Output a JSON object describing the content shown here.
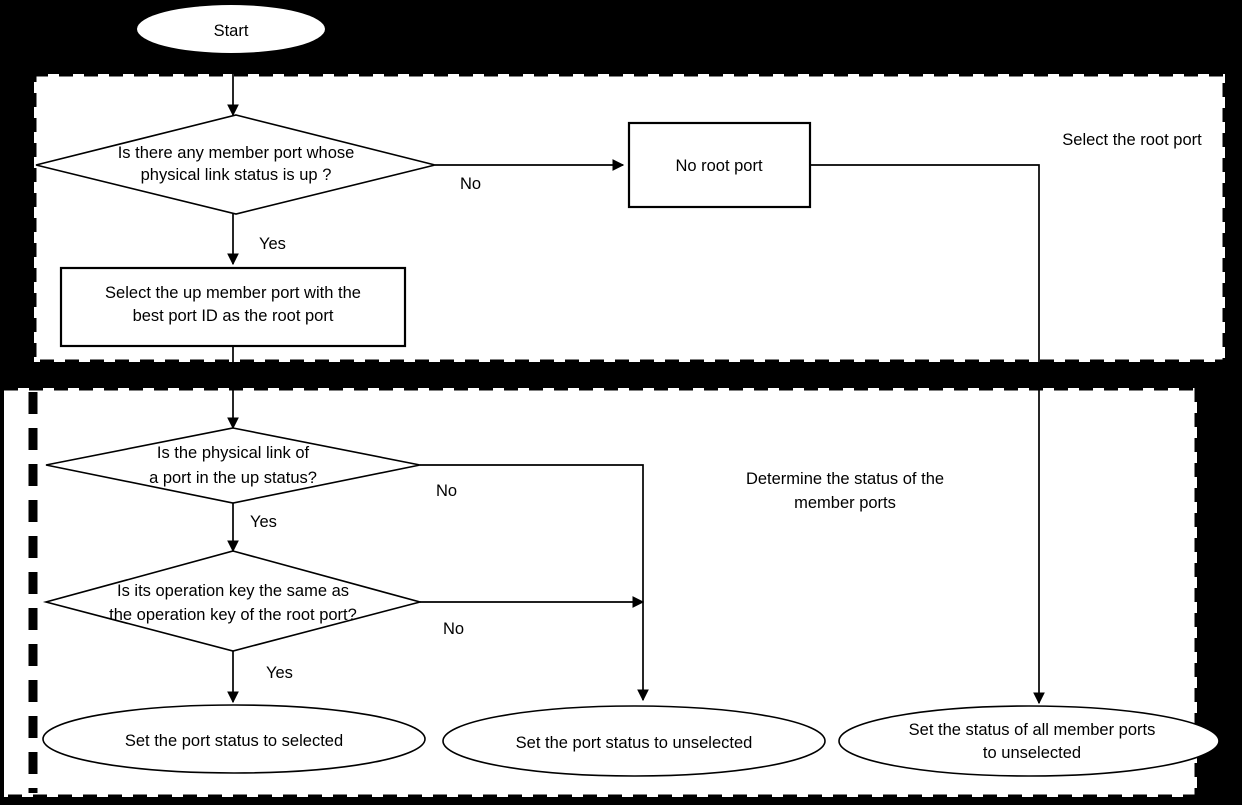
{
  "diagram": {
    "title": "LACP root port selection and member port status flowchart",
    "background_color": "#000000",
    "panel_color": "#ffffff",
    "line_color": "#000000"
  },
  "nodes": {
    "start": {
      "label": "Start",
      "type": "terminator"
    },
    "decision_any_member_up": {
      "line1": "Is there any member port whose",
      "line2": "physical link status is up ?",
      "type": "decision"
    },
    "no_root_port": {
      "label": "No root port",
      "type": "process"
    },
    "select_best_port": {
      "line1": "Select the up member port with the",
      "line2": "best port ID as the root port",
      "type": "process"
    },
    "decision_physical_link_up": {
      "line1": "Is the physical link of",
      "line2": "a port in the up status?",
      "type": "decision"
    },
    "decision_operation_key": {
      "line1": "Is its operation key the same as",
      "line2": "the operation key of the root port?",
      "type": "decision"
    },
    "set_selected": {
      "label": "Set the port status to selected",
      "type": "terminator"
    },
    "set_unselected": {
      "label": "Set the port status to unselected",
      "type": "terminator"
    },
    "set_all_unselected": {
      "line1": "Set the status of all member ports",
      "line2": "to unselected",
      "type": "terminator"
    }
  },
  "edge_labels": {
    "no_1": "No",
    "yes_1": "Yes",
    "no_2": "No",
    "yes_2": "Yes",
    "no_3": "No",
    "yes_3": "Yes"
  },
  "panels": {
    "upper": {
      "caption": "Select the root port"
    },
    "lower": {
      "line1": "Determine the status of the",
      "line2": "member ports"
    }
  }
}
